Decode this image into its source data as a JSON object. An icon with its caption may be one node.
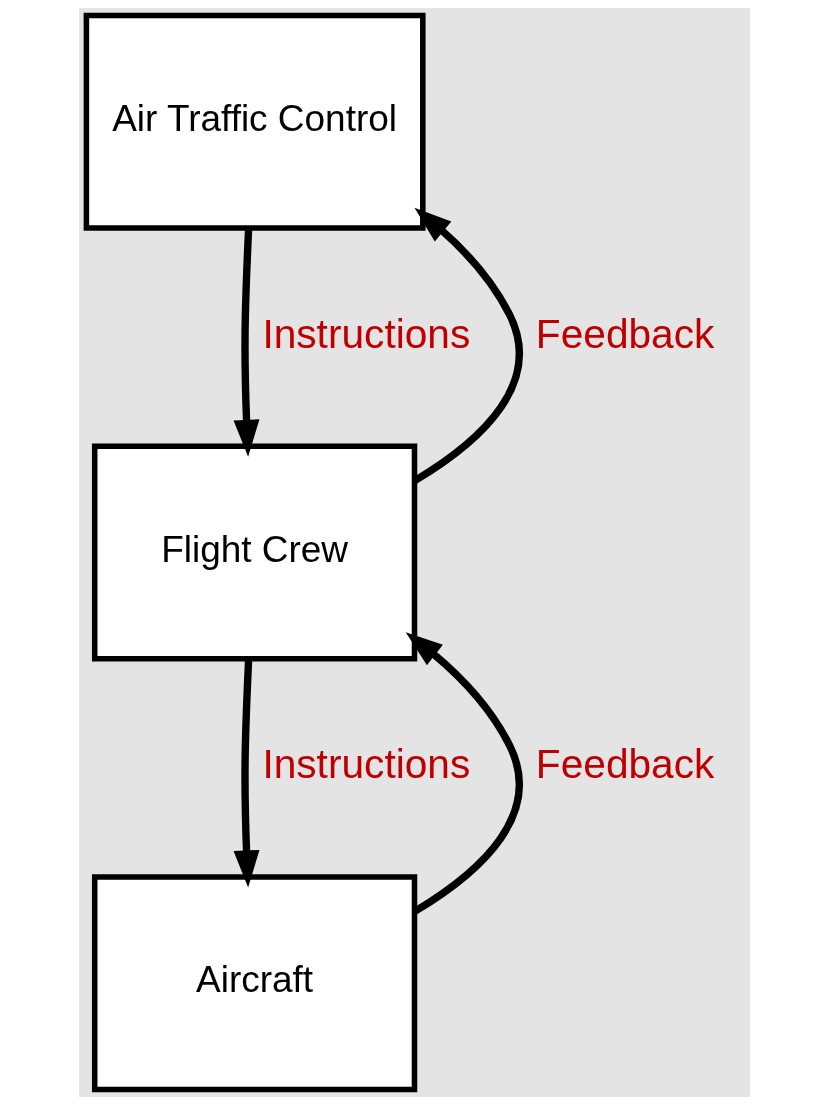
{
  "diagram": {
    "nodes": [
      {
        "text": [
          "Air Traffic Control"
        ]
      },
      {
        "text": [
          "Flight Crew"
        ]
      },
      {
        "text": [
          "Aircraft"
        ]
      }
    ],
    "edges": [
      {
        "from": 0,
        "to": 1,
        "arrow": "to",
        "label": "Instructions"
      },
      {
        "from": 1,
        "to": 0,
        "arrow": "to",
        "label": "Feedback"
      },
      {
        "from": 1,
        "to": 2,
        "arrow": "to",
        "label": "Instructions"
      },
      {
        "from": 2,
        "to": 1,
        "arrow": "to",
        "label": "Feedback"
      }
    ]
  }
}
